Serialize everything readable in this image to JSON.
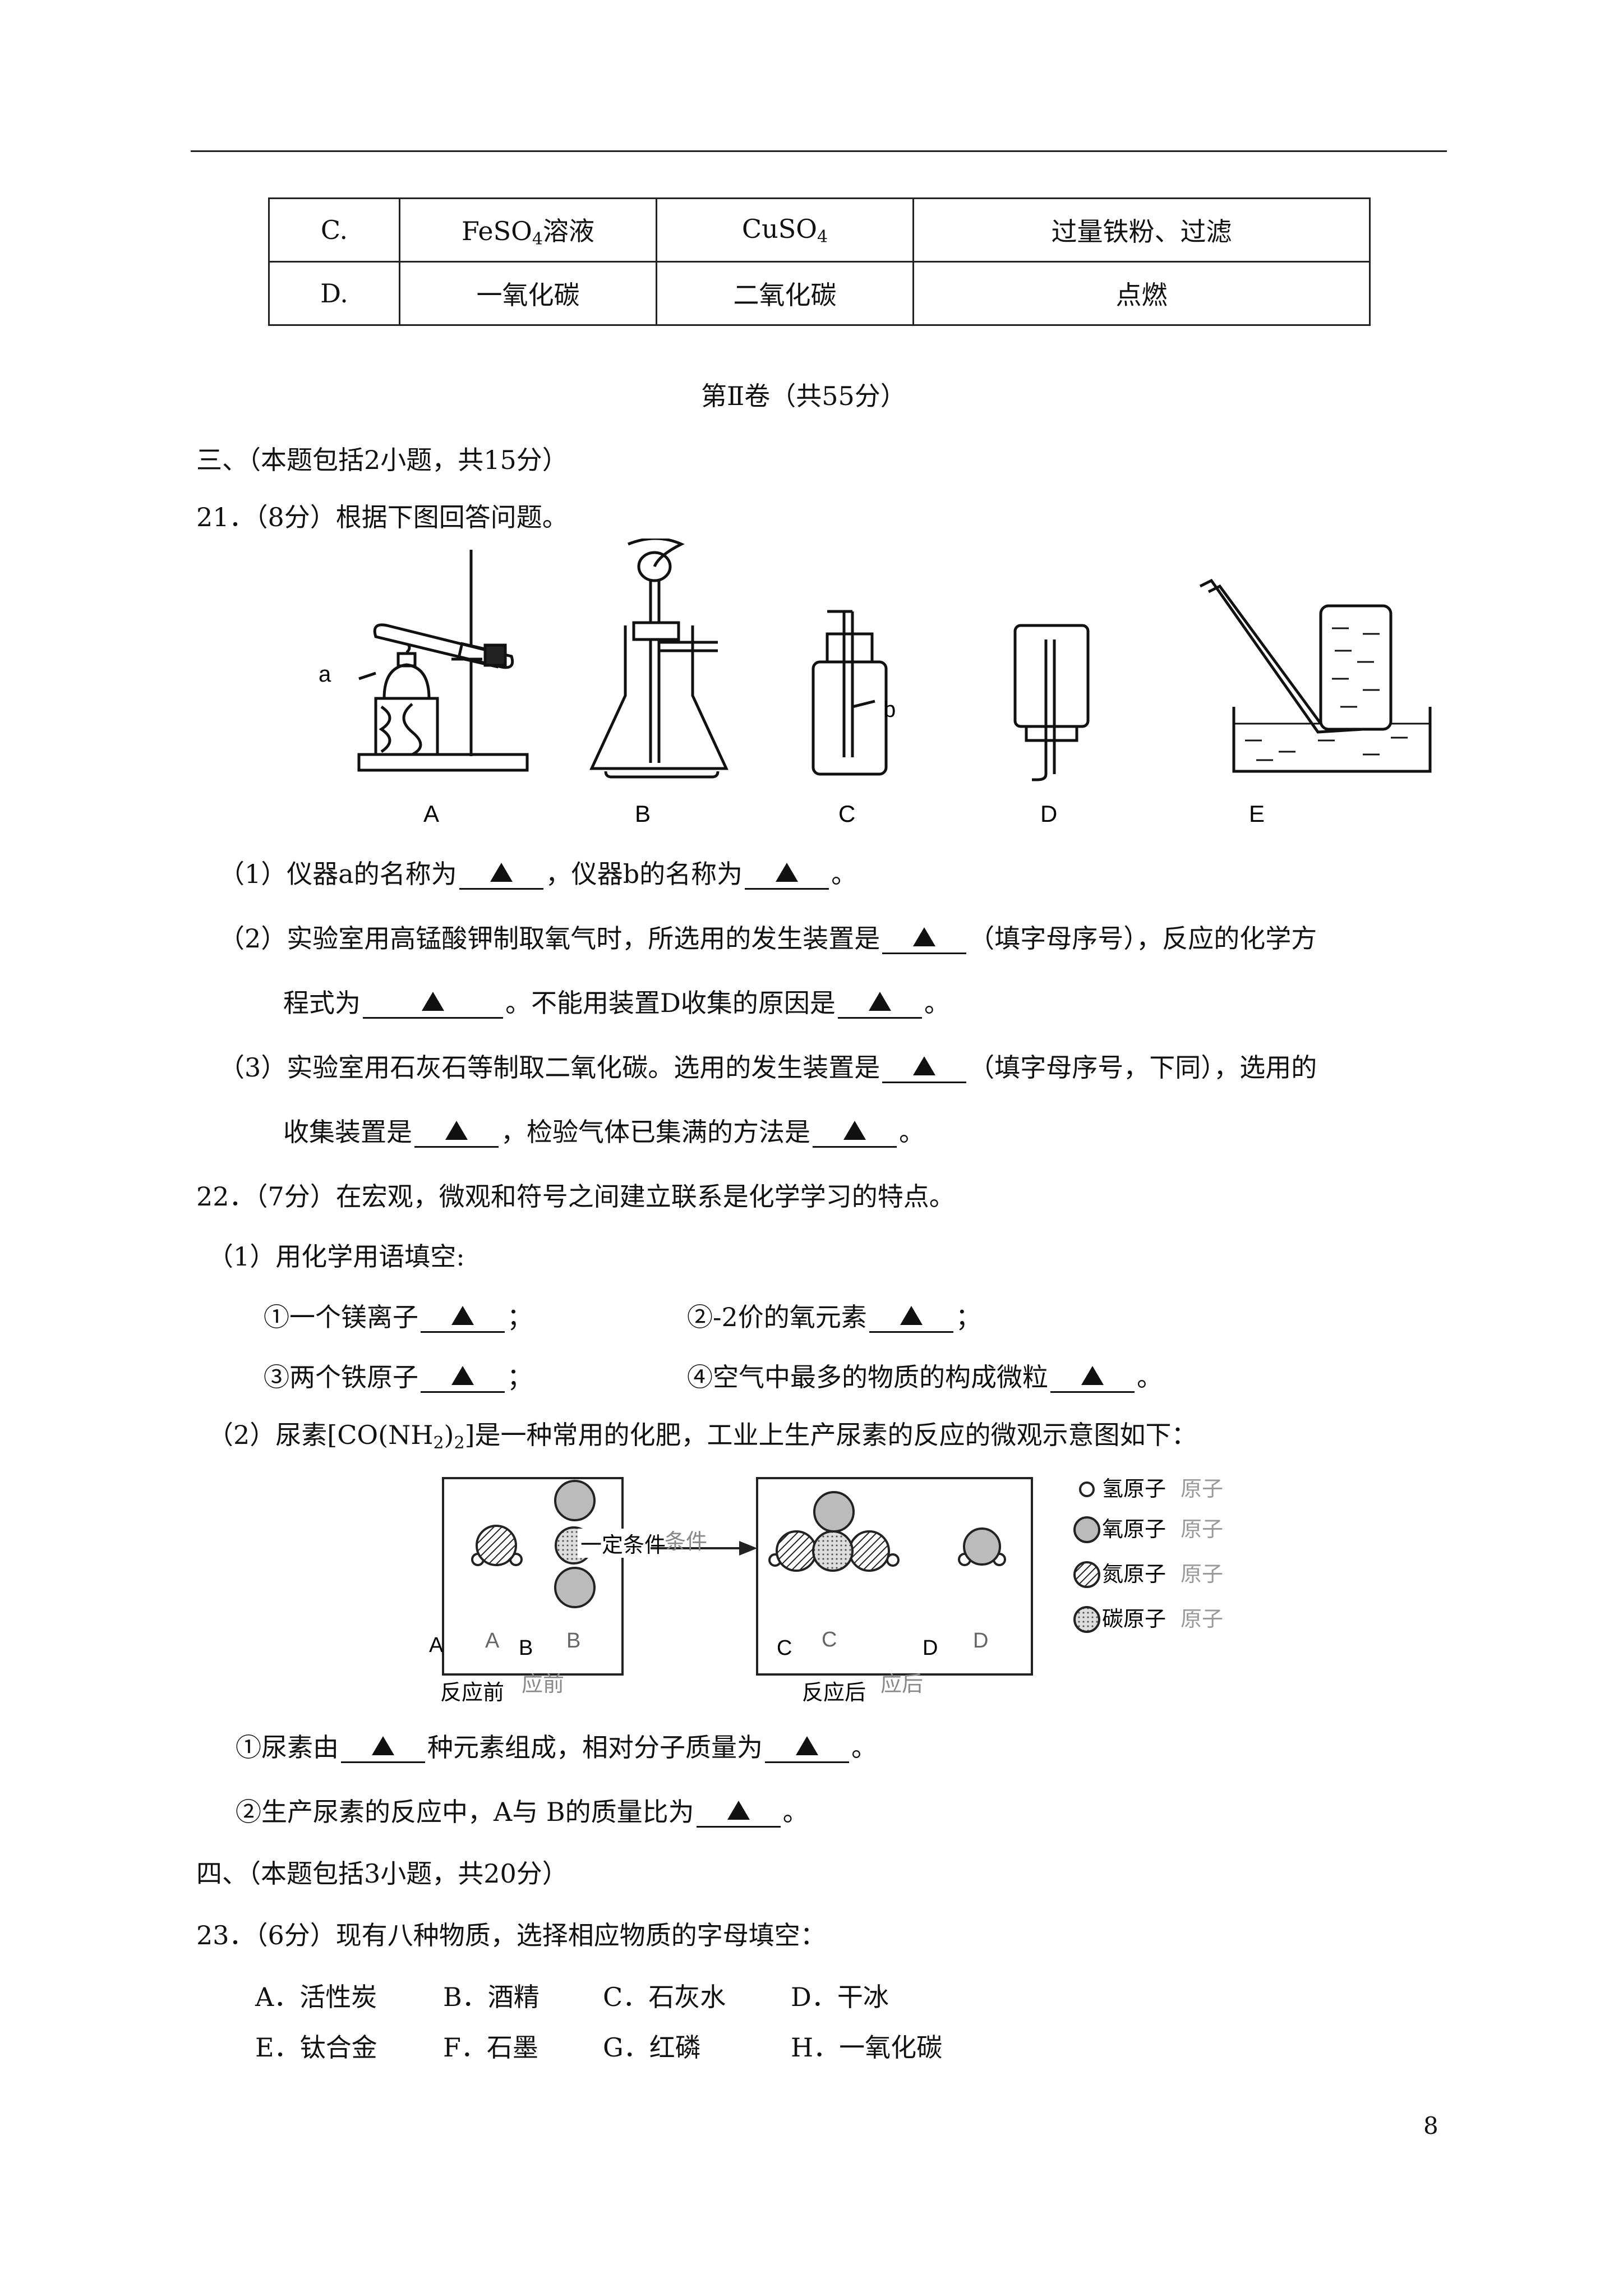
{
  "table": {
    "rows": [
      {
        "letter": "C.",
        "col2": "FeSO",
        "col2_sub": "4",
        "col2_tail": "溶液",
        "col3": "CuSO",
        "col3_sub": "4",
        "col4": "过量铁粉、过滤"
      },
      {
        "letter": "D.",
        "col2": "一氧化碳",
        "col3": "二氧化碳",
        "col4": "点燃"
      }
    ]
  },
  "section_title": "第Ⅱ卷（共55分）",
  "part3": "三、（本题包括2小题，共15分）",
  "q21": {
    "stem": "21．（8分）根据下图回答问题。",
    "labels": {
      "a": "a",
      "b": "b",
      "A": "A",
      "B": "B",
      "C": "C",
      "D": "D",
      "E": "E"
    },
    "p1a": "（1）仪器a的名称为",
    "p1b": "，仪器b的名称为",
    "p1c": "。",
    "p2a": "（2）实验室用高锰酸钾制取氧气时，所选用的发生装置是",
    "p2b": "（填字母序号），反应的化学方",
    "p2c": "程式为",
    "p2d": "。不能用装置D收集的原因是",
    "p2e": "。",
    "p3a": "（3）实验室用石灰石等制取二氧化碳。选用的发生装置是",
    "p3b": "（填字母序号，下同），选用的",
    "p3c": "收集装置是",
    "p3d": "，检验气体已集满的方法是",
    "p3e": "。"
  },
  "q22": {
    "stem": "22．（7分）在宏观，微观和符号之间建立联系是化学学习的特点。",
    "s1": "（1）用化学用语填空:",
    "i1": "①一个镁离子",
    "i2": "②-2价的氧元素",
    "i3": "③两个铁原子",
    "i4": "④空气中最多的物质的构成微粒",
    "semi": "；",
    "dot": "。",
    "s2a": "（2）尿素[CO(NH",
    "s2_sub": "2",
    "s2b": ")",
    "s2_sub2": "2",
    "s2c": "]是一种常用的化肥，工业上生产尿素的反应的微观示意图如下：",
    "diagram": {
      "condition": "一定条件",
      "condition_ghost": "条件",
      "before": "反应前",
      "before_ghost": "应前",
      "after": "反应后",
      "after_ghost": "应后",
      "A": "A",
      "B": "B",
      "C": "C",
      "D": "D",
      "legend": [
        "氢原子",
        "氧原子",
        "氮原子",
        "碳原子"
      ],
      "legend_ghost": "原子"
    },
    "q1a": "①尿素由",
    "q1b": "种元素组成，相对分子质量为",
    "q1c": "。",
    "q2a": "②生产尿素的反应中，A与 B的质量比为",
    "q2b": "。"
  },
  "part4": "四、（本题包括3小题，共20分）",
  "q23": {
    "stem": "23．（6分）现有八种物质，选择相应物质的字母填空：",
    "opts": [
      "A．活性炭",
      "B．酒精",
      "C．石灰水",
      "D．干冰",
      "E．钛合金",
      "F．石墨",
      "G．红磷",
      "H．一氧化碳"
    ]
  },
  "page_number": "8"
}
